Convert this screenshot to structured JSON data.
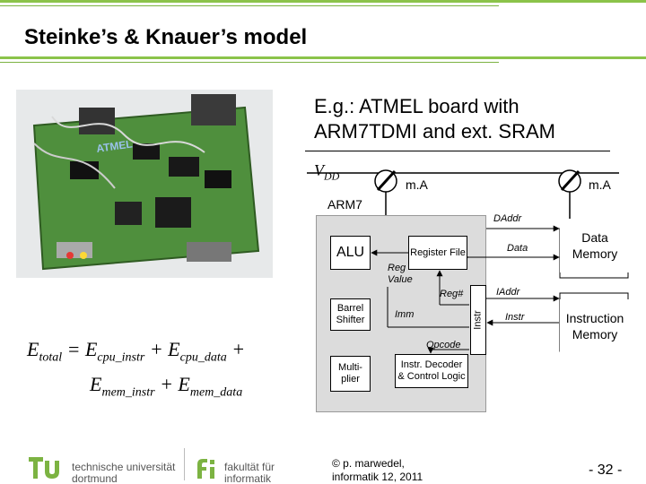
{
  "title": "Steinke’s & Knauer’s model",
  "subtitle_line1": "E.g.: ATMEL board with",
  "subtitle_line2": "ARM7TDMI and ext. SRAM",
  "vdd": {
    "main": "V",
    "sub": "DD"
  },
  "meter_label_1": "m.A",
  "meter_label_2": "m.A",
  "arm7_label": "ARM7",
  "blocks": {
    "alu": "ALU",
    "register_file": "Register File",
    "barrel_line1": "Barrel",
    "barrel_line2": "Shifter",
    "multi_line1": "Multi-",
    "multi_line2": "plier",
    "decoder_line1": "Instr. Decoder",
    "decoder_line2": "& Control Logic",
    "instr": "Instr",
    "data_memory_line1": "Data",
    "data_memory_line2": "Memory",
    "instruction_memory_line1": "Instruction",
    "instruction_memory_line2": "Memory"
  },
  "signals": {
    "daddr": "DAddr",
    "data": "Data",
    "reg_value_line1": "Reg",
    "reg_value_line2": "Value",
    "reg_num": "Reg#",
    "iaddr": "IAddr",
    "instr": "Instr",
    "imm": "Imm",
    "opcode": "Opcode"
  },
  "formula": {
    "line1": {
      "lhs": "E",
      "lhs_sub": "total",
      "eq": " = E",
      "s1": "cpu_instr",
      "p1": " + E",
      "s2": "cpu_data",
      "p2": " +"
    },
    "line2": {
      "a": "E",
      "s1": "mem_instr",
      "p": " + E",
      "s2": "mem_data"
    }
  },
  "footer": {
    "tu_line1": "technische universität",
    "tu_line2": "dortmund",
    "fi_line1": "fakultät für",
    "fi_line2": "informatik",
    "copyright_line1": "© p. marwedel,",
    "copyright_line2": "informatik 12,  2011",
    "page": "-  32 -"
  },
  "colors": {
    "accent_green": "#8bc34a",
    "tu_green": "#7cb342",
    "cpu_gray": "#dcdcdc"
  }
}
